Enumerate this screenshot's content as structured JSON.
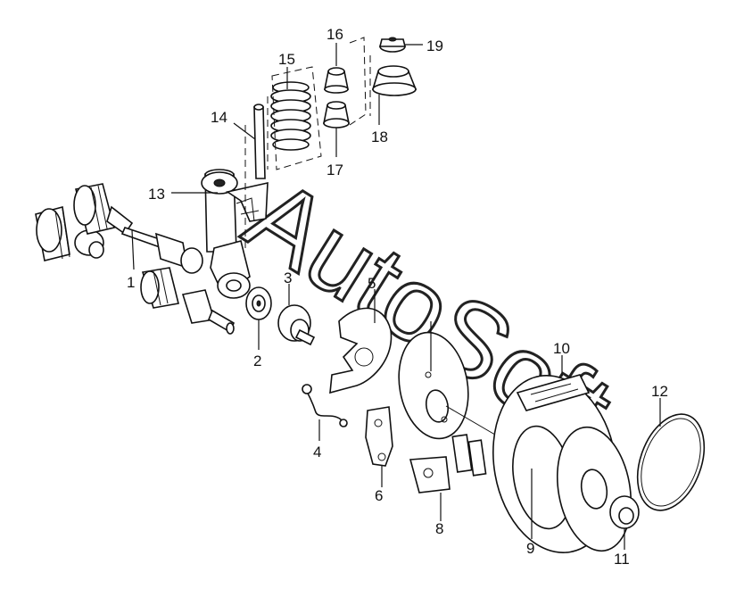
{
  "callouts": [
    {
      "id": "1",
      "text": "1"
    },
    {
      "id": "2",
      "text": "2"
    },
    {
      "id": "3",
      "text": "3"
    },
    {
      "id": "4",
      "text": "4"
    },
    {
      "id": "5",
      "text": "5"
    },
    {
      "id": "6",
      "text": "6"
    },
    {
      "id": "8",
      "text": "8"
    },
    {
      "id": "9",
      "text": "9"
    },
    {
      "id": "10",
      "text": "10"
    },
    {
      "id": "11",
      "text": "11"
    },
    {
      "id": "12",
      "text": "12"
    },
    {
      "id": "13",
      "text": "13"
    },
    {
      "id": "14",
      "text": "14"
    },
    {
      "id": "15",
      "text": "15"
    },
    {
      "id": "16",
      "text": "16"
    },
    {
      "id": "17",
      "text": "17"
    },
    {
      "id": "18",
      "text": "18"
    },
    {
      "id": "19",
      "text": "19"
    }
  ],
  "watermark": "AutoSoft"
}
